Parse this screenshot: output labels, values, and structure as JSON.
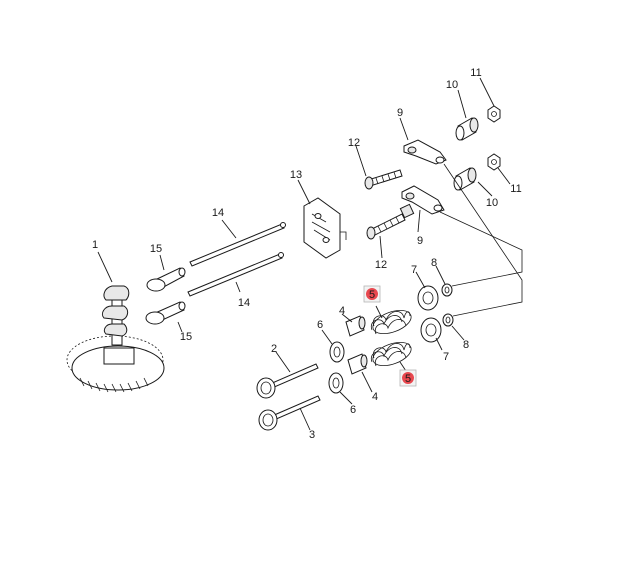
{
  "callouts": {
    "c1": "1",
    "c2": "2",
    "c3": "3",
    "c4a": "4",
    "c4b": "4",
    "c5a": "5",
    "c5b": "5",
    "c6a": "6",
    "c6b": "6",
    "c7a": "7",
    "c7b": "7",
    "c8a": "8",
    "c8b": "8",
    "c9a": "9",
    "c9b": "9",
    "c10a": "10",
    "c10b": "10",
    "c11a": "11",
    "c11b": "11",
    "c12a": "12",
    "c12b": "12",
    "c13": "13",
    "c14a": "14",
    "c14b": "14",
    "c15a": "15",
    "c15b": "15"
  },
  "highlight": {
    "color": "#e8484f",
    "part": "5"
  }
}
